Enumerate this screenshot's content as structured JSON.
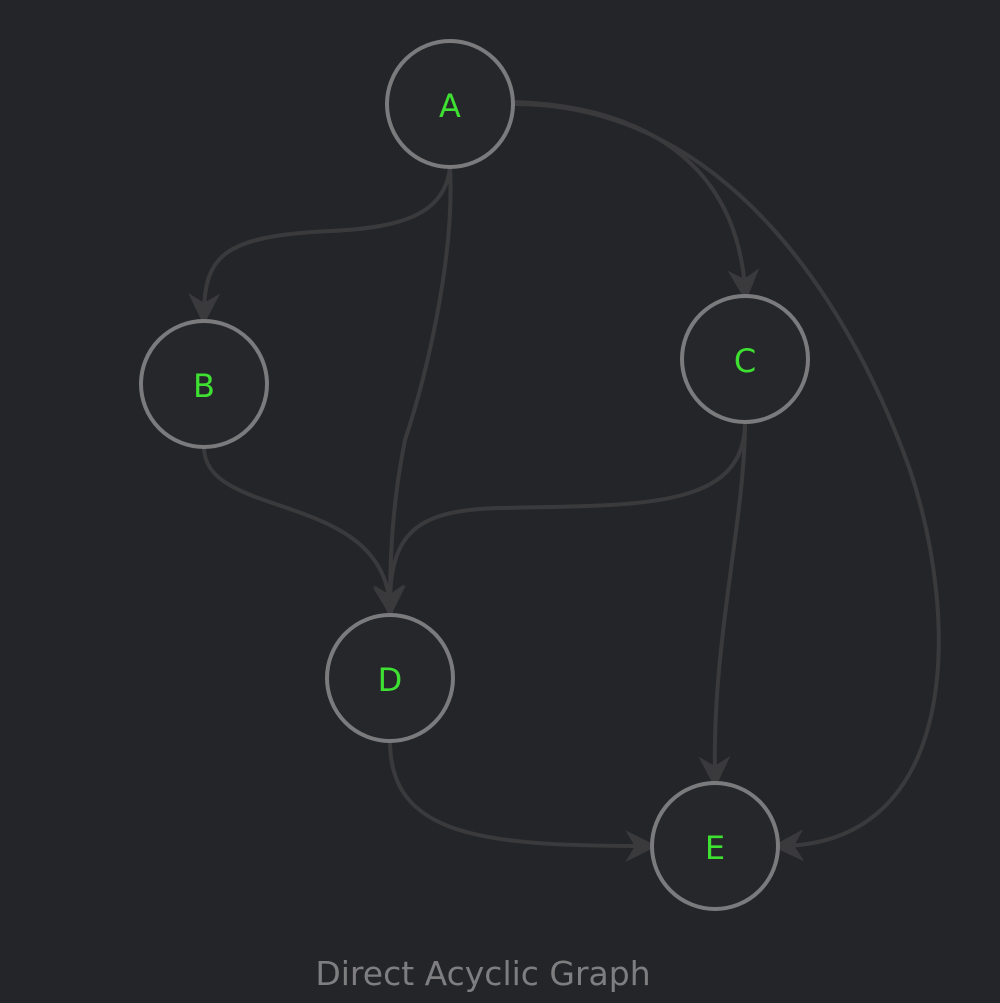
{
  "colors": {
    "background": "#242528",
    "node_fill": "#26272b",
    "node_stroke": "#7b7b7d",
    "label": "#3ee032",
    "edge": "#3a3a3c",
    "caption": "#7e7e80"
  },
  "graph": {
    "nodes": [
      {
        "id": "A",
        "label": "A"
      },
      {
        "id": "B",
        "label": "B"
      },
      {
        "id": "C",
        "label": "C"
      },
      {
        "id": "D",
        "label": "D"
      },
      {
        "id": "E",
        "label": "E"
      }
    ],
    "edges": [
      {
        "from": "A",
        "to": "B"
      },
      {
        "from": "A",
        "to": "C"
      },
      {
        "from": "A",
        "to": "D"
      },
      {
        "from": "A",
        "to": "E"
      },
      {
        "from": "B",
        "to": "D"
      },
      {
        "from": "C",
        "to": "D"
      },
      {
        "from": "C",
        "to": "E"
      },
      {
        "from": "D",
        "to": "E"
      }
    ]
  },
  "caption": "Direct Acyclic Graph"
}
